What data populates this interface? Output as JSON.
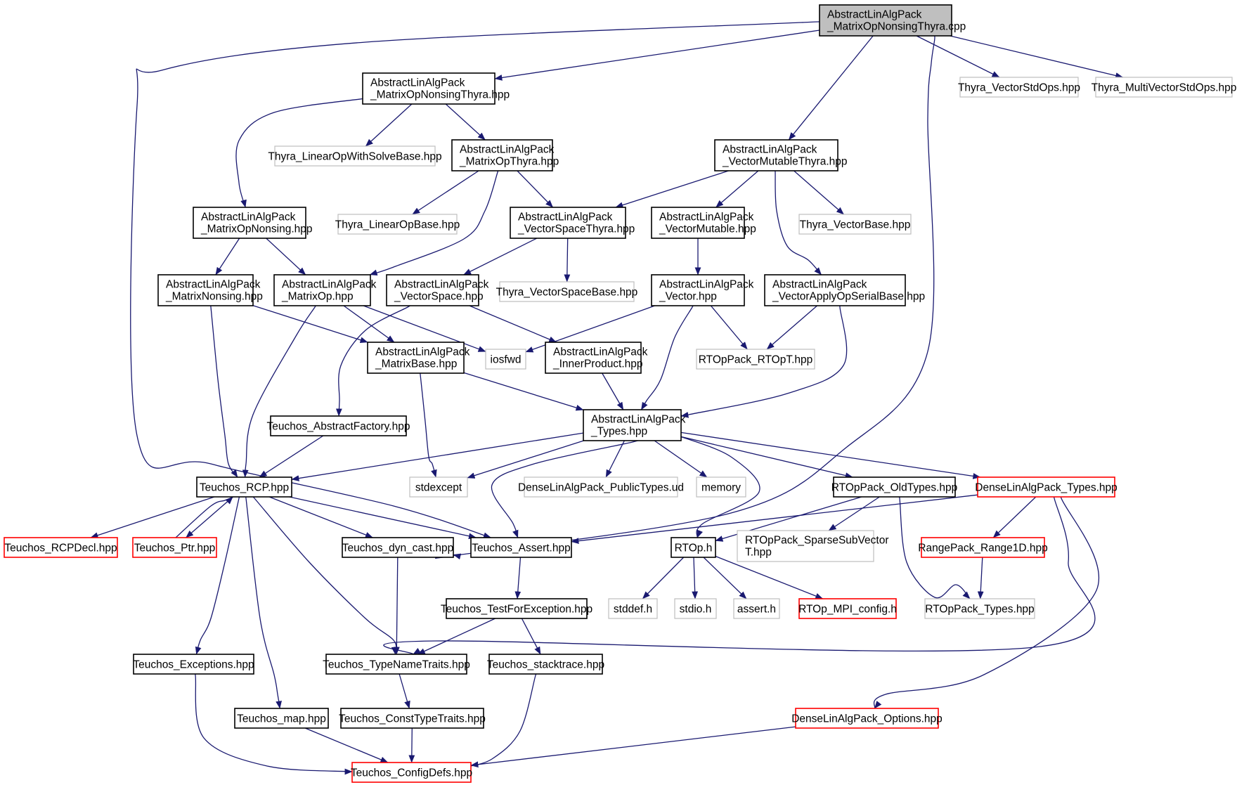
{
  "colors": {
    "edge": "#191970",
    "root_fill": "#bfbfbf",
    "border_documented": "#000000",
    "border_external": "#bfbfbf",
    "border_truncated": "#ff0000"
  },
  "graph": {
    "nodes": [
      {
        "id": "root",
        "lines": [
          "AbstractLinAlgPack",
          "_MatrixOpNonsingThyra.cpp"
        ],
        "kind": "root"
      },
      {
        "id": "mons_thyra",
        "lines": [
          "AbstractLinAlgPack",
          "_MatrixOpNonsingThyra.hpp"
        ],
        "kind": "documented"
      },
      {
        "id": "thyra_vecstd",
        "lines": [
          "Thyra_VectorStdOps.hpp"
        ],
        "kind": "external"
      },
      {
        "id": "thyra_mvstd",
        "lines": [
          "Thyra_MultiVectorStdOps.hpp"
        ],
        "kind": "external"
      },
      {
        "id": "thyra_lowsb",
        "lines": [
          "Thyra_LinearOpWithSolveBase.hpp"
        ],
        "kind": "external"
      },
      {
        "id": "mo_thyra",
        "lines": [
          "AbstractLinAlgPack",
          "_MatrixOpThyra.hpp"
        ],
        "kind": "documented"
      },
      {
        "id": "vm_thyra",
        "lines": [
          "AbstractLinAlgPack",
          "_VectorMutableThyra.hpp"
        ],
        "kind": "documented"
      },
      {
        "id": "mons",
        "lines": [
          "AbstractLinAlgPack",
          "_MatrixOpNonsing.hpp"
        ],
        "kind": "documented"
      },
      {
        "id": "thyra_lob",
        "lines": [
          "Thyra_LinearOpBase.hpp"
        ],
        "kind": "external"
      },
      {
        "id": "vs_thyra",
        "lines": [
          "AbstractLinAlgPack",
          "_VectorSpaceThyra.hpp"
        ],
        "kind": "documented"
      },
      {
        "id": "vmut",
        "lines": [
          "AbstractLinAlgPack",
          "_VectorMutable.hpp"
        ],
        "kind": "documented"
      },
      {
        "id": "thyra_vb",
        "lines": [
          "Thyra_VectorBase.hpp"
        ],
        "kind": "external"
      },
      {
        "id": "mns",
        "lines": [
          "AbstractLinAlgPack",
          "_MatrixNonsing.hpp"
        ],
        "kind": "documented"
      },
      {
        "id": "mop",
        "lines": [
          "AbstractLinAlgPack",
          "_MatrixOp.hpp"
        ],
        "kind": "documented"
      },
      {
        "id": "vsp",
        "lines": [
          "AbstractLinAlgPack",
          "_VectorSpace.hpp"
        ],
        "kind": "documented"
      },
      {
        "id": "thyra_vsb",
        "lines": [
          "Thyra_VectorSpaceBase.hpp"
        ],
        "kind": "external"
      },
      {
        "id": "vec",
        "lines": [
          "AbstractLinAlgPack",
          "_Vector.hpp"
        ],
        "kind": "documented"
      },
      {
        "id": "vaosb",
        "lines": [
          "AbstractLinAlgPack",
          "_VectorApplyOpSerialBase.hpp"
        ],
        "kind": "documented"
      },
      {
        "id": "mbase",
        "lines": [
          "AbstractLinAlgPack",
          "_MatrixBase.hpp"
        ],
        "kind": "documented"
      },
      {
        "id": "iosfwd",
        "lines": [
          "iosfwd"
        ],
        "kind": "external"
      },
      {
        "id": "innerprod",
        "lines": [
          "AbstractLinAlgPack",
          "_InnerProduct.hpp"
        ],
        "kind": "documented"
      },
      {
        "id": "rtopt",
        "lines": [
          "RTOpPack_RTOpT.hpp"
        ],
        "kind": "external"
      },
      {
        "id": "absfact",
        "lines": [
          "Teuchos_AbstractFactory.hpp"
        ],
        "kind": "documented"
      },
      {
        "id": "types",
        "lines": [
          "AbstractLinAlgPack",
          "_Types.hpp"
        ],
        "kind": "documented"
      },
      {
        "id": "rcp",
        "lines": [
          "Teuchos_RCP.hpp"
        ],
        "kind": "documented"
      },
      {
        "id": "stdexcept",
        "lines": [
          "stdexcept"
        ],
        "kind": "external"
      },
      {
        "id": "dla_pub",
        "lines": [
          "DenseLinAlgPack_PublicTypes.ud"
        ],
        "kind": "external"
      },
      {
        "id": "memory",
        "lines": [
          "memory"
        ],
        "kind": "external"
      },
      {
        "id": "oldtypes",
        "lines": [
          "RTOpPack_OldTypes.hpp"
        ],
        "kind": "documented"
      },
      {
        "id": "dla_types",
        "lines": [
          "DenseLinAlgPack_Types.hpp"
        ],
        "kind": "truncated"
      },
      {
        "id": "rcpdecl",
        "lines": [
          "Teuchos_RCPDecl.hpp"
        ],
        "kind": "truncated"
      },
      {
        "id": "ptr",
        "lines": [
          "Teuchos_Ptr.hpp"
        ],
        "kind": "truncated"
      },
      {
        "id": "dyncast",
        "lines": [
          "Teuchos_dyn_cast.hpp"
        ],
        "kind": "documented"
      },
      {
        "id": "assert",
        "lines": [
          "Teuchos_Assert.hpp"
        ],
        "kind": "documented"
      },
      {
        "id": "rtop",
        "lines": [
          "RTOp.h"
        ],
        "kind": "documented"
      },
      {
        "id": "sparse",
        "lines": [
          "RTOpPack_SparseSubVector",
          "T.hpp"
        ],
        "kind": "external"
      },
      {
        "id": "range1d",
        "lines": [
          "RangePack_Range1D.hpp"
        ],
        "kind": "truncated"
      },
      {
        "id": "testexc",
        "lines": [
          "Teuchos_TestForException.hpp"
        ],
        "kind": "documented"
      },
      {
        "id": "stddef",
        "lines": [
          "stddef.h"
        ],
        "kind": "external"
      },
      {
        "id": "stdio",
        "lines": [
          "stdio.h"
        ],
        "kind": "external"
      },
      {
        "id": "asserth",
        "lines": [
          "assert.h"
        ],
        "kind": "external"
      },
      {
        "id": "mpiconf",
        "lines": [
          "RTOp_MPI_config.h"
        ],
        "kind": "truncated"
      },
      {
        "id": "rtoptypes",
        "lines": [
          "RTOpPack_Types.hpp"
        ],
        "kind": "external"
      },
      {
        "id": "exceptions",
        "lines": [
          "Teuchos_Exceptions.hpp"
        ],
        "kind": "documented"
      },
      {
        "id": "typename",
        "lines": [
          "Teuchos_TypeNameTraits.hpp"
        ],
        "kind": "documented"
      },
      {
        "id": "stacktrace",
        "lines": [
          "Teuchos_stacktrace.hpp"
        ],
        "kind": "documented"
      },
      {
        "id": "map",
        "lines": [
          "Teuchos_map.hpp"
        ],
        "kind": "documented"
      },
      {
        "id": "consttype",
        "lines": [
          "Teuchos_ConstTypeTraits.hpp"
        ],
        "kind": "documented"
      },
      {
        "id": "dla_opts",
        "lines": [
          "DenseLinAlgPack_Options.hpp"
        ],
        "kind": "truncated"
      },
      {
        "id": "configdefs",
        "lines": [
          "Teuchos_ConfigDefs.hpp"
        ],
        "kind": "truncated"
      }
    ],
    "edges": [
      [
        "root",
        "mons_thyra"
      ],
      [
        "root",
        "thyra_vecstd"
      ],
      [
        "root",
        "thyra_mvstd"
      ],
      [
        "root",
        "vm_thyra"
      ],
      [
        "root",
        "assert"
      ],
      [
        "root",
        "dyncast"
      ],
      [
        "mons_thyra",
        "thyra_lowsb"
      ],
      [
        "mons_thyra",
        "mo_thyra"
      ],
      [
        "mons_thyra",
        "mons"
      ],
      [
        "mo_thyra",
        "thyra_lob"
      ],
      [
        "mo_thyra",
        "vs_thyra"
      ],
      [
        "mo_thyra",
        "mop"
      ],
      [
        "vm_thyra",
        "vs_thyra"
      ],
      [
        "vm_thyra",
        "vmut"
      ],
      [
        "vm_thyra",
        "thyra_vb"
      ],
      [
        "vm_thyra",
        "vaosb"
      ],
      [
        "mons",
        "mns"
      ],
      [
        "mons",
        "mop"
      ],
      [
        "vs_thyra",
        "vsp"
      ],
      [
        "vs_thyra",
        "thyra_vsb"
      ],
      [
        "vmut",
        "vec"
      ],
      [
        "mns",
        "rcp"
      ],
      [
        "mns",
        "mbase"
      ],
      [
        "mop",
        "mbase"
      ],
      [
        "mop",
        "iosfwd"
      ],
      [
        "mop",
        "rcp"
      ],
      [
        "vsp",
        "innerprod"
      ],
      [
        "vsp",
        "absfact"
      ],
      [
        "vec",
        "iosfwd"
      ],
      [
        "vec",
        "rtopt"
      ],
      [
        "vec",
        "types"
      ],
      [
        "vaosb",
        "rtopt"
      ],
      [
        "vaosb",
        "types"
      ],
      [
        "mbase",
        "types"
      ],
      [
        "mbase",
        "stdexcept"
      ],
      [
        "innerprod",
        "types"
      ],
      [
        "absfact",
        "rcp"
      ],
      [
        "types",
        "rcp"
      ],
      [
        "types",
        "stdexcept"
      ],
      [
        "types",
        "dla_pub"
      ],
      [
        "types",
        "memory"
      ],
      [
        "types",
        "oldtypes"
      ],
      [
        "types",
        "dla_types"
      ],
      [
        "types",
        "assert"
      ],
      [
        "types",
        "rtop"
      ],
      [
        "rcp",
        "rcpdecl"
      ],
      [
        "rcp",
        "ptr"
      ],
      [
        "rcp",
        "dyncast"
      ],
      [
        "rcp",
        "assert"
      ],
      [
        "rcp",
        "exceptions"
      ],
      [
        "rcp",
        "typename"
      ],
      [
        "rcp",
        "map"
      ],
      [
        "ptr",
        "rcp"
      ],
      [
        "oldtypes",
        "rtop"
      ],
      [
        "oldtypes",
        "sparse"
      ],
      [
        "oldtypes",
        "rtoptypes"
      ],
      [
        "dla_types",
        "range1d"
      ],
      [
        "dla_types",
        "assert"
      ],
      [
        "dla_types",
        "typename"
      ],
      [
        "dla_types",
        "dla_opts"
      ],
      [
        "range1d",
        "rtoptypes"
      ],
      [
        "dyncast",
        "typename"
      ],
      [
        "assert",
        "testexc"
      ],
      [
        "testexc",
        "typename"
      ],
      [
        "testexc",
        "stacktrace"
      ],
      [
        "rtop",
        "stddef"
      ],
      [
        "rtop",
        "stdio"
      ],
      [
        "rtop",
        "asserth"
      ],
      [
        "rtop",
        "mpiconf"
      ],
      [
        "typename",
        "consttype"
      ],
      [
        "exceptions",
        "configdefs"
      ],
      [
        "map",
        "configdefs"
      ],
      [
        "consttype",
        "configdefs"
      ],
      [
        "stacktrace",
        "configdefs"
      ],
      [
        "dla_opts",
        "configdefs"
      ]
    ]
  }
}
